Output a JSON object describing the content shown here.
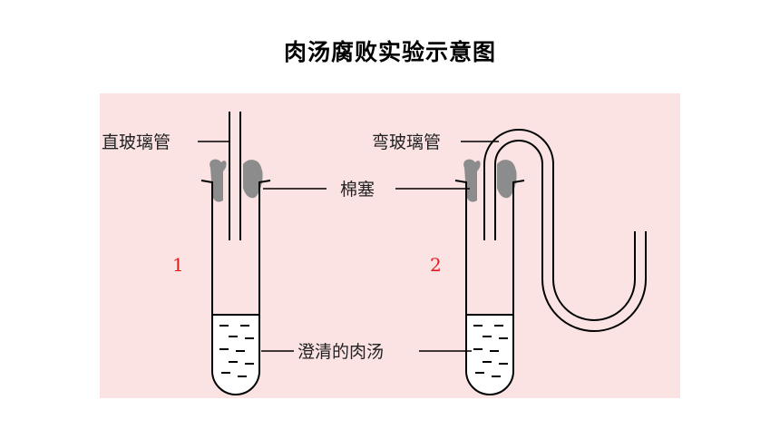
{
  "title": "肉汤腐败实验示意图",
  "labels": {
    "straight_tube": "直玻璃管",
    "bent_tube": "弯玻璃管",
    "cotton_plug": "棉塞",
    "clear_broth": "澄清的肉汤"
  },
  "setups": [
    "1",
    "2"
  ],
  "colors": {
    "panel_bg": "#fbe3e4",
    "number_color": "#e8191c",
    "cotton": "#8c8c8c"
  }
}
